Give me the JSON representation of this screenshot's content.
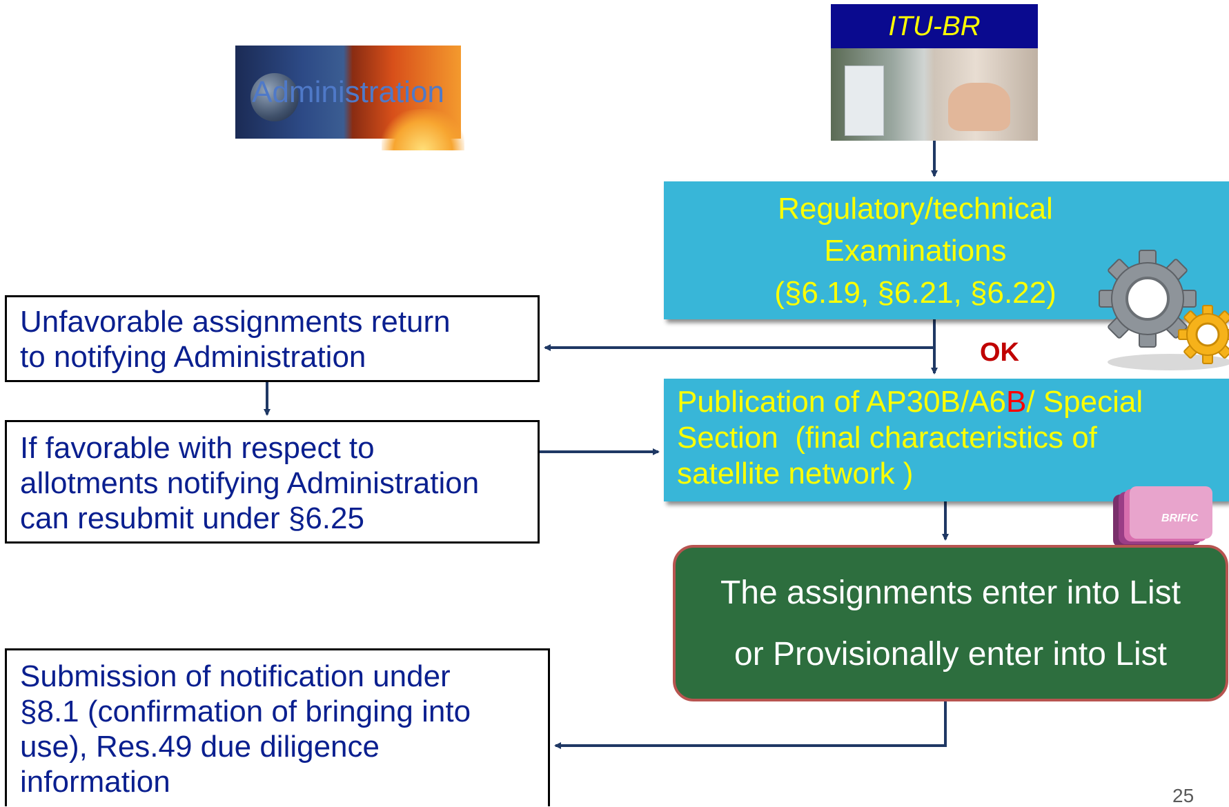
{
  "admin_label": "Administration",
  "itu_label": "ITU-BR",
  "exam_box": {
    "lines": [
      "Regulatory/technical",
      "Examinations",
      "(§6.19, §6.21, §6.22)"
    ]
  },
  "ok_label": "OK",
  "publication_box": {
    "part1": "Publication of AP30B/A6",
    "part2": "B",
    "part3": "/ Special",
    "line2": "Section  (final characteristics of",
    "line3": "satellite network )"
  },
  "brific_label": "BRIFIC",
  "list_box": {
    "line1": "The assignments enter into List",
    "line2": "or Provisionally enter into List"
  },
  "unfavorable_box": {
    "line1": "Unfavorable assignments return",
    "line2": "to notifying Administration"
  },
  "favorable_box": {
    "line1": "If favorable with respect to",
    "line2": "allotments notifying Administration",
    "line3": "can resubmit under §6.25"
  },
  "notification_box": {
    "line1": "Submission of notification under",
    "line2": "§8.1 (confirmation of bringing into",
    "line3": "use), Res.49 due diligence",
    "line4": "information"
  },
  "page_number": "25",
  "colors": {
    "box_fill": "#38b6d8",
    "box_text": "#ffff00",
    "list_box_fill": "#2d6e3e",
    "list_box_border": "#b85450",
    "white_box_text": "#0a1f8f",
    "arrow": "#1f3864",
    "ok": "#c00000"
  }
}
